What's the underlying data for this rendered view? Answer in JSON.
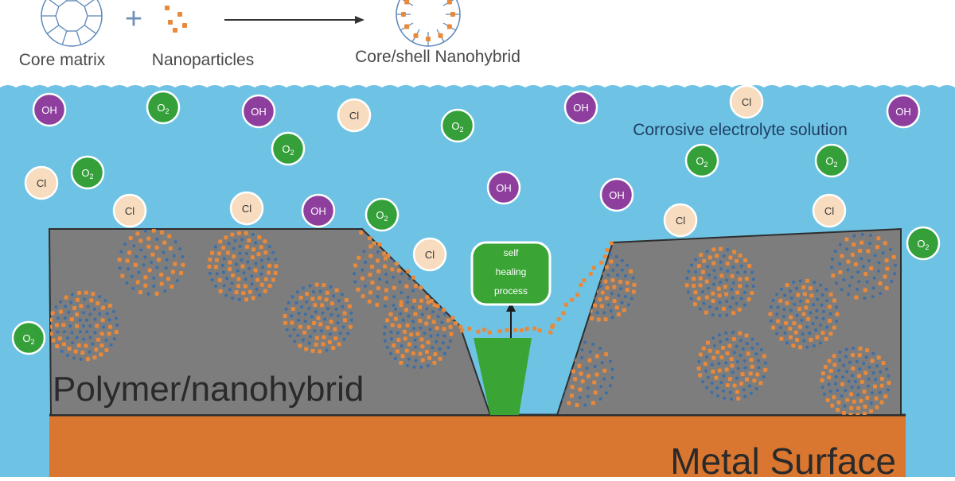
{
  "legend": {
    "core_label": "Core matrix",
    "plus": "+",
    "nano_label": "Nanoparticles",
    "hybrid_label": "Core/shell Nanohybrid"
  },
  "solution_label": "Corrosive electrolyte solution",
  "polymer_label": "Polymer/nanohybrid",
  "metal_label": "Metal Surface",
  "healing_label": [
    "self",
    "healing",
    "process"
  ],
  "ions": {
    "oh": "OH",
    "o2": "O",
    "o2_sub": "2",
    "cl": "Cl"
  },
  "colors": {
    "solution": "#6ec3e4",
    "polymer": "#7d7d7d",
    "metal": "#d9762f",
    "healing": "#3aa535",
    "oh_ion": "#8e3f9e",
    "o2_ion": "#35a03a",
    "cl_ion": "#f7dcbf",
    "particle": "#e9893b",
    "core_node": "#3d6fa6"
  }
}
